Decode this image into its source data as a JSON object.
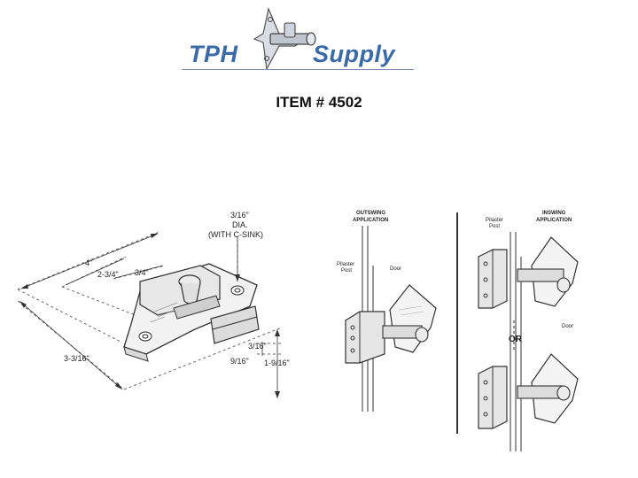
{
  "logo": {
    "word_left": "TPH",
    "word_right": "Supply",
    "brand_color": "#3a6aa8"
  },
  "title": "ITEM # 4502",
  "dimensions": {
    "hole": "3/16\"",
    "hole_dia": "DIA.",
    "hole_sink": "(WITH C-SINK)",
    "width_4": "4\"",
    "len_2_3_4": "2-3/4\"",
    "len_3_4": "3/4\"",
    "len_3_3_16": "3-3/16\"",
    "h_3_16": "3/16\"",
    "h_9_16": "9/16\"",
    "h_1_9_16": "1-9/16\""
  },
  "outswing": {
    "heading_1": "OUTSWING",
    "heading_2": "APPLICATION",
    "pilaster_1": "Pilaster",
    "pilaster_2": "Post",
    "door": "Door"
  },
  "inswing": {
    "heading_1": "INSWING",
    "heading_2": "APPLICATION",
    "pilaster_1": "Pilaster",
    "pilaster_2": "Post",
    "door": "Door",
    "or": "OR"
  },
  "line_color": "#333333"
}
